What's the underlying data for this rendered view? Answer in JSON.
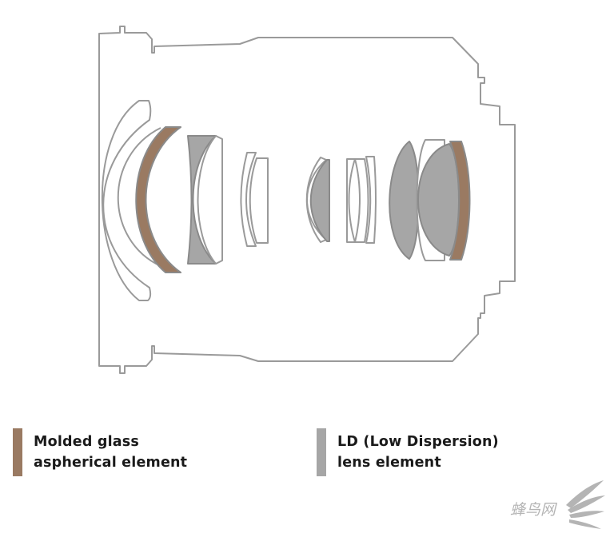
{
  "colors": {
    "outline": "#9a9a9a",
    "lens_outline": "#8a8a8a",
    "aspherical": "#9a7a62",
    "ld": "#a6a6a6",
    "watermark": "#b4b4b4",
    "text": "#1a1a1a"
  },
  "legend": {
    "aspherical": {
      "line1": "Molded glass",
      "line2": "aspherical element"
    },
    "ld": {
      "line1": "LD (Low Dispersion)",
      "line2": "lens element"
    }
  },
  "watermark": {
    "text": "蜂鸟网",
    "icon": "bird-wing-icon"
  }
}
